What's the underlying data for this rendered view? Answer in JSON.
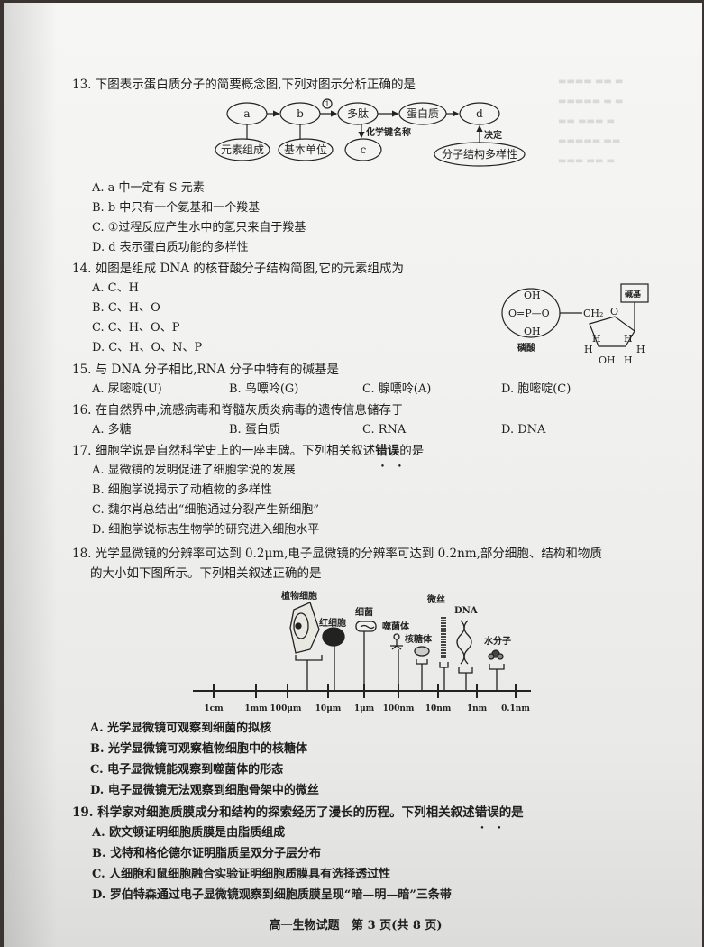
{
  "page": {
    "subject_footer": "高一生物试题",
    "page_info": "第 3 页(共 8 页)"
  },
  "q13": {
    "stem": "13. 下图表示蛋白质分子的简要概念图,下列对图示分析正确的是",
    "diagram": {
      "nodes": {
        "a": "a",
        "b": "b",
        "polypeptide": "多肽",
        "protein": "蛋白质",
        "d": "d",
        "c": "c",
        "element": "元素组成",
        "unit": "基本单位",
        "diversity": "分子结构多样性"
      },
      "labels": {
        "step1": "①",
        "bond_name": "化学键名称",
        "determines": "决定"
      }
    },
    "options": [
      "A. a 中一定有 S 元素",
      "B. b 中只有一个氨基和一个羧基",
      "C. ①过程反应产生水中的氢只来自于羧基",
      "D. d 表示蛋白质功能的多样性"
    ]
  },
  "q14": {
    "stem": "14. 如图是组成 DNA 的核苷酸分子结构简图,它的元素组成为",
    "options": [
      "A. C、H",
      "B. C、H、O",
      "C. C、H、O、P",
      "D. C、H、O、N、P"
    ],
    "diagram": {
      "oh_top": "OH",
      "o_eq_p": "O=P—O",
      "oh_bottom": "OH",
      "phosphate": "磷酸",
      "ch2": "CH₂",
      "o_ring": "O",
      "base": "碱基",
      "h": "H",
      "oh": "OH"
    }
  },
  "q15": {
    "stem": "15. 与 DNA 分子相比,RNA 分子中特有的碱基是",
    "options": [
      "A. 尿嘧啶(U)",
      "B. 鸟嘌呤(G)",
      "C. 腺嘌呤(A)",
      "D. 胞嘧啶(C)"
    ]
  },
  "q16": {
    "stem": "16. 在自然界中,流感病毒和脊髓灰质炎病毒的遗传信息储存于",
    "options": [
      "A. 多糖",
      "B. 蛋白质",
      "C. RNA",
      "D. DNA"
    ]
  },
  "q17": {
    "stem_pre": "17. 细胞学说是自然科学史上的一座丰碑。下列相关叙述",
    "stem_emph": "错误",
    "stem_post": "的是",
    "options": [
      "A. 显微镜的发明促进了细胞学说的发展",
      "B. 细胞学说揭示了动植物的多样性",
      "C. 魏尔肖总结出“细胞通过分裂产生新细胞”",
      "D. 细胞学说标志生物学的研究进入细胞水平"
    ]
  },
  "q18": {
    "stem_line1": "18. 光学显微镜的分辨率可达到 0.2μm,电子显微镜的分辨率可达到 0.2nm,部分细胞、结构和物质",
    "stem_line2": "的大小如下图所示。下列相关叙述正确的是",
    "scale": {
      "ticks": [
        "1cm",
        "1mm",
        "100μm",
        "10μm",
        "1μm",
        "100nm",
        "10nm",
        "1nm",
        "0.1nm"
      ],
      "items": [
        "植物细胞",
        "红细胞",
        "细菌",
        "噬菌体",
        "核糖体",
        "微丝",
        "DNA",
        "水分子"
      ]
    },
    "options": [
      "A.  光学显微镜可观察到细菌的拟核",
      "B.  光学显微镜可观察植物细胞中的核糖体",
      "C.  电子显微镜能观察到噬菌体的形态",
      "D.  电子显微镜无法观察到细胞骨架中的微丝"
    ]
  },
  "q19": {
    "stem_pre": "19. 科学家对细胞质膜成分和结构的探索经历了漫长的历程。下列相关叙述",
    "stem_emph": "错误",
    "stem_post": "的是",
    "options": [
      "A. 欧文顿证明细胞质膜是由脂质组成",
      "B. 戈特和格伦德尔证明脂质呈双分子层分布",
      "C. 人细胞和鼠细胞融合实验证明细胞质膜具有选择透过性",
      "D. 罗伯特森通过电子显微镜观察到细胞质膜呈现“暗—明—暗”三条带"
    ]
  }
}
